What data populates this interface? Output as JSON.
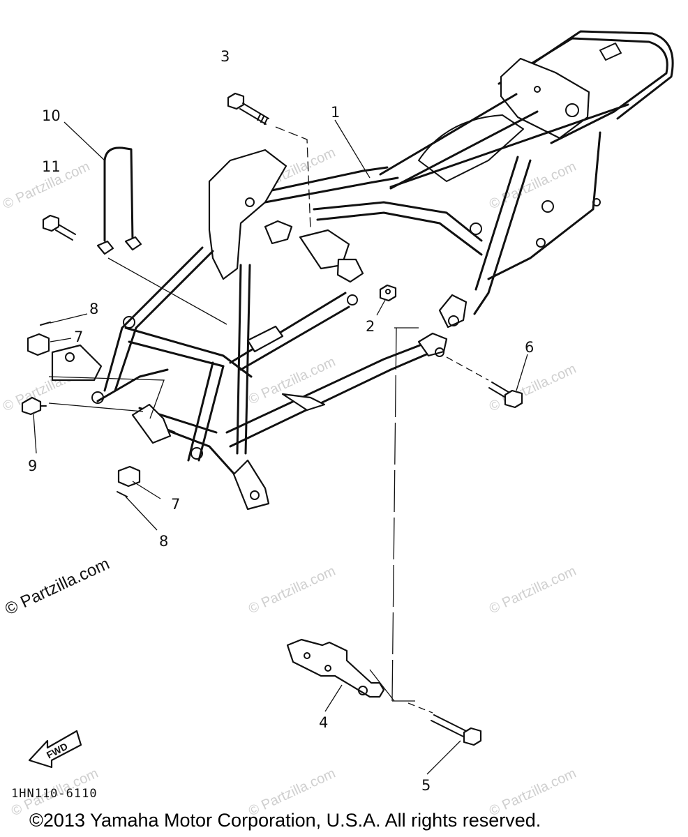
{
  "callouts": [
    {
      "id": "1",
      "label": "1"
    },
    {
      "id": "2",
      "label": "2"
    },
    {
      "id": "3",
      "label": "3"
    },
    {
      "id": "4",
      "label": "4"
    },
    {
      "id": "5",
      "label": "5"
    },
    {
      "id": "6",
      "label": "6"
    },
    {
      "id": "7a",
      "label": "7"
    },
    {
      "id": "7b",
      "label": "7"
    },
    {
      "id": "8a",
      "label": "8"
    },
    {
      "id": "8b",
      "label": "8"
    },
    {
      "id": "9",
      "label": "9"
    },
    {
      "id": "10",
      "label": "10"
    },
    {
      "id": "11",
      "label": "11"
    }
  ],
  "fwd_label": "FWD",
  "diagram_code": "1HN110-6110",
  "watermark": "© Partzilla.com",
  "copyright": "©2013  Yamaha Motor Corporation, U.S.A. All rights reserved."
}
